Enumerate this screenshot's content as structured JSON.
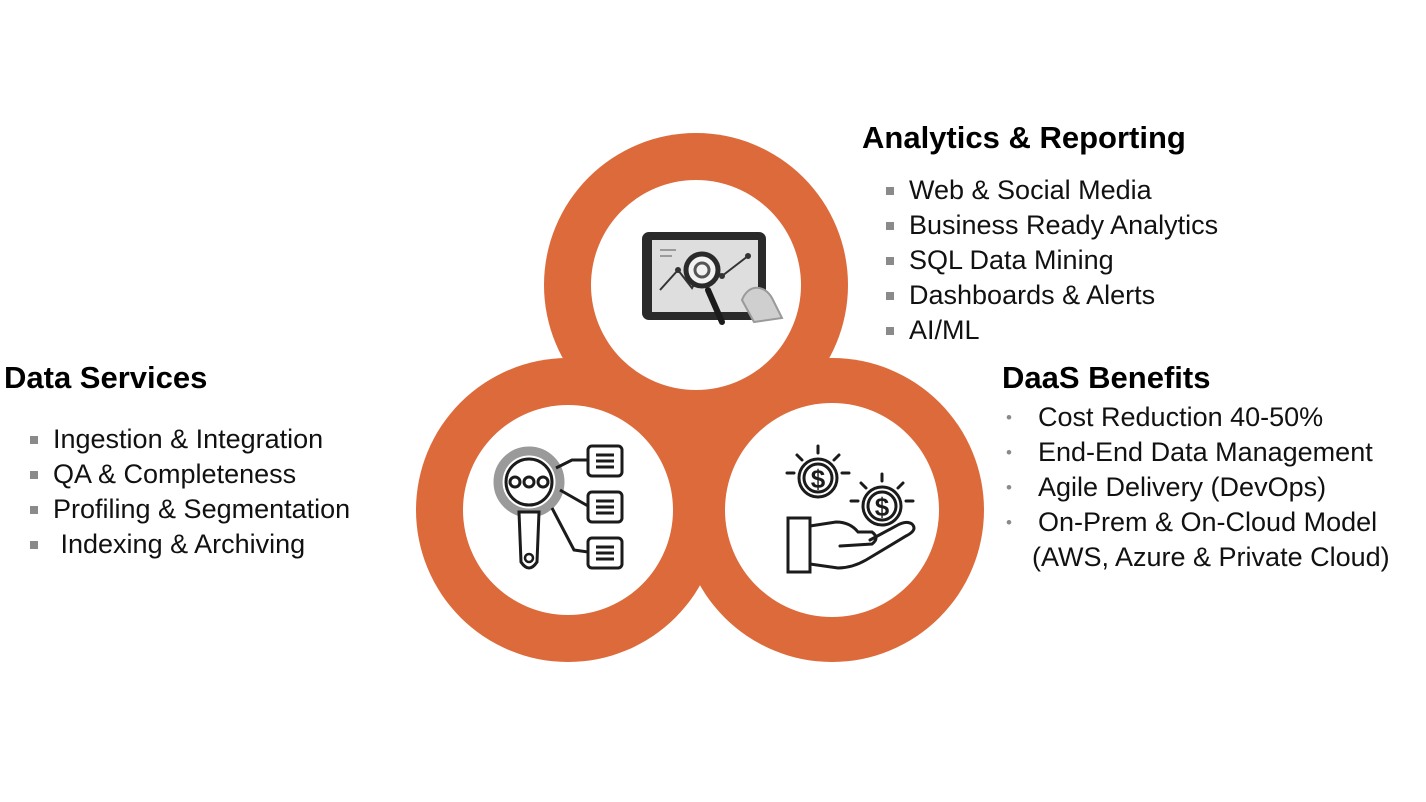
{
  "colors": {
    "ring": "#dd6a3a",
    "icon": "#1b1b1b",
    "bullet": "#8a8a8a"
  },
  "analytics": {
    "title": "Analytics & Reporting",
    "items": [
      "Web & Social Media",
      "Business Ready Analytics",
      "SQL Data Mining",
      "Dashboards & Alerts",
      "AI/ML"
    ]
  },
  "data_services": {
    "title": "Data Services",
    "items": [
      "Ingestion & Integration",
      "QA & Completeness",
      "Profiling & Segmentation",
      " Indexing & Archiving"
    ]
  },
  "daas": {
    "title": "DaaS Benefits",
    "items": [
      "Cost Reduction 40-50%",
      "End-End Data Management",
      "Agile Delivery (DevOps)",
      "On-Prem & On-Cloud Model",
      "(AWS, Azure & Private Cloud)"
    ]
  },
  "icons": {
    "top": "tablet-analytics-icon",
    "left": "data-search-icon",
    "right": "hand-money-icon"
  }
}
